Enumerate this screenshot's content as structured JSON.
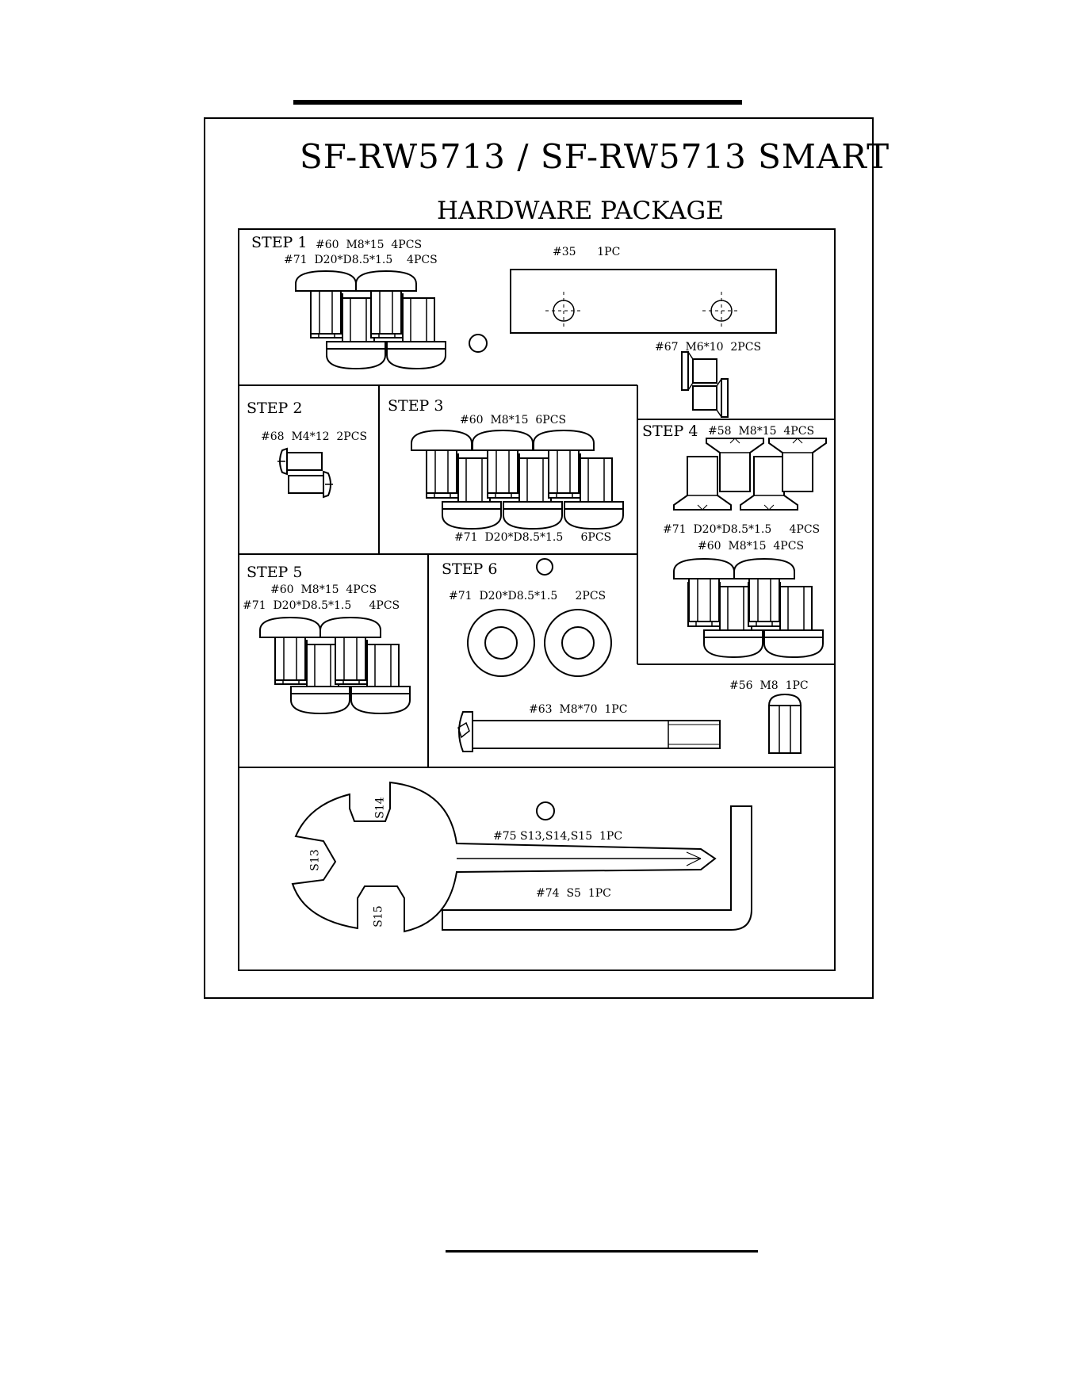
{
  "title": "SF-RW5713 / SF-RW5713 SMART",
  "subtitle": "HARDWARE PACKAGE",
  "step1": {
    "label": "STEP 1",
    "bolt": "#60  M8*15  4PCS",
    "washer": "#71  D20*D8.5*1.5    4PCS",
    "plate": "#35      1PC",
    "screw": "#67  M6*10  2PCS"
  },
  "step2": {
    "label": "STEP 2",
    "screw": "#68  M4*12  2PCS"
  },
  "step3": {
    "label": "STEP 3",
    "bolt": "#60  M8*15  6PCS",
    "washer": "#71  D20*D8.5*1.5     6PCS"
  },
  "step4": {
    "label": "STEP 4",
    "screw": "#58  M8*15  4PCS",
    "washer": "#71  D20*D8.5*1.5     4PCS",
    "bolt": "#60  M8*15  4PCS"
  },
  "step5": {
    "label": "STEP 5",
    "bolt": "#60  M8*15  4PCS",
    "washer": "#71  D20*D8.5*1.5     4PCS"
  },
  "step6": {
    "label": "STEP 6",
    "washer": "#71  D20*D8.5*1.5     2PCS",
    "nut": "#56  M8  1PC",
    "long_bolt": "#63  M8*70  1PC"
  },
  "tools": {
    "wrench": "#75 S13,S14,S15  1PC",
    "allen_key": "#74  S5  1PC",
    "s13": "S13",
    "s14": "S14",
    "s15": "S15"
  }
}
